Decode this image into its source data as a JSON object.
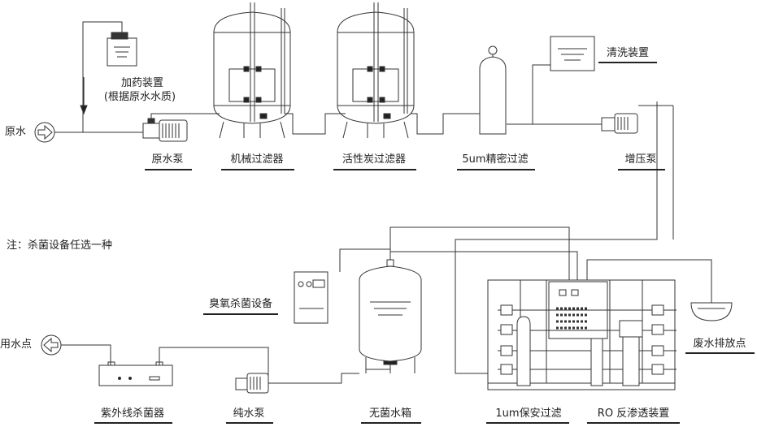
{
  "labels": {
    "raw_water": "原水",
    "dosing_device": "加药装置",
    "dosing_note": "(根据原水水质)",
    "raw_water_pump": "原水泵",
    "mechanical_filter": "机械过滤器",
    "activated_carbon_filter": "活性炭过滤器",
    "precision_filter": "5um精密过滤",
    "cleaning_device": "清洗装置",
    "booster_pump": "增压泵",
    "sterilization_note": "注：杀菌设备任选一种",
    "ozone_sterilizer": "臭氧杀菌设备",
    "sterile_water_tank": "无菌水箱",
    "waste_water_outlet": "废水排放点",
    "water_use_point": "用水点",
    "uv_sterilizer": "紫外线杀菌器",
    "pure_water_pump": "纯水泵",
    "security_filter": "1um保安过滤",
    "ro_device": "RO 反渗透装置"
  }
}
